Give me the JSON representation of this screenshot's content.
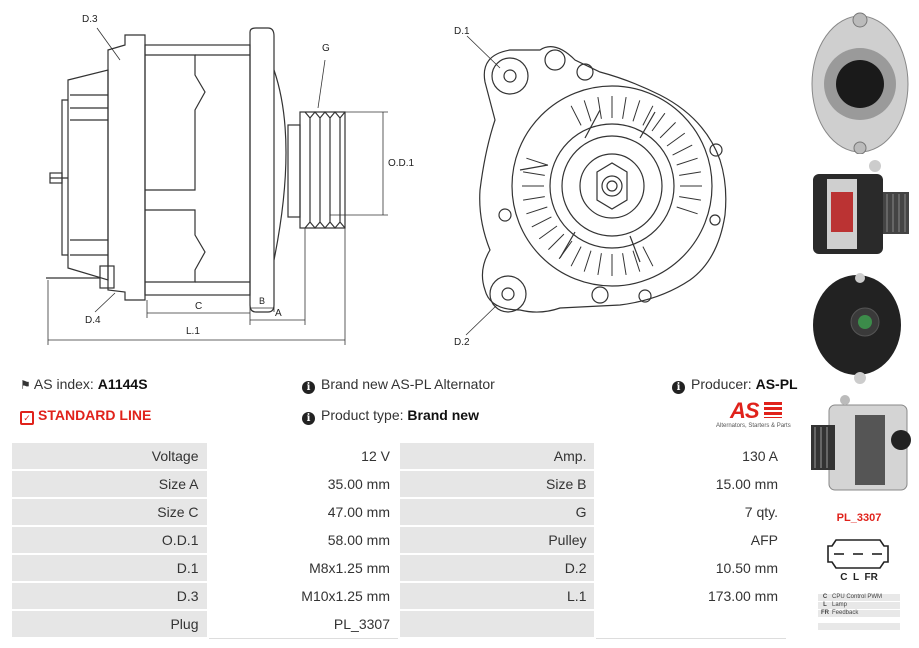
{
  "diagram_labels": {
    "d3": "D.3",
    "g": "G",
    "od1": "O.D.1",
    "d4": "D.4",
    "c": "C",
    "b": "B",
    "a": "A",
    "l1": "L.1",
    "d1": "D.1",
    "d2": "D.2"
  },
  "info": {
    "as_index_label": "AS index:",
    "as_index_value": "A1144S",
    "brand_text": "Brand new AS-PL Alternator",
    "producer_label": "Producer:",
    "producer_value": "AS-PL",
    "line_label": "STANDARD LINE",
    "product_type_label": "Product type:",
    "product_type_value": "Brand new",
    "logo_text": "AS",
    "logo_tagline": "Alternators, Starters & Parts"
  },
  "specs": [
    {
      "label_left": "Voltage",
      "value_left": "12 V",
      "label_right": "Amp.",
      "value_right": "130 A"
    },
    {
      "label_left": "Size A",
      "value_left": "35.00 mm",
      "label_right": "Size B",
      "value_right": "15.00 mm"
    },
    {
      "label_left": "Size C",
      "value_left": "47.00 mm",
      "label_right": "G",
      "value_right": "7 qty."
    },
    {
      "label_left": "O.D.1",
      "value_left": "58.00 mm",
      "label_right": "Pulley",
      "value_right": "AFP"
    },
    {
      "label_left": "D.1",
      "value_left": "M8x1.25 mm",
      "label_right": "D.2",
      "value_right": "10.50 mm"
    },
    {
      "label_left": "D.3",
      "value_left": "M10x1.25 mm",
      "label_right": "L.1",
      "value_right": "173.00 mm"
    },
    {
      "label_left": "Plug",
      "value_left": "PL_3307",
      "label_right": "",
      "value_right": ""
    }
  ],
  "plug": {
    "name": "PL_3307",
    "pins": "C  L  FR",
    "legend": [
      {
        "key": "C",
        "desc": "CPU Control PWM"
      },
      {
        "key": "L",
        "desc": "Lamp"
      },
      {
        "key": "FR",
        "desc": "Feedback"
      }
    ]
  },
  "colors": {
    "accent": "#e0221b",
    "label_bg": "#e6e6e6"
  }
}
